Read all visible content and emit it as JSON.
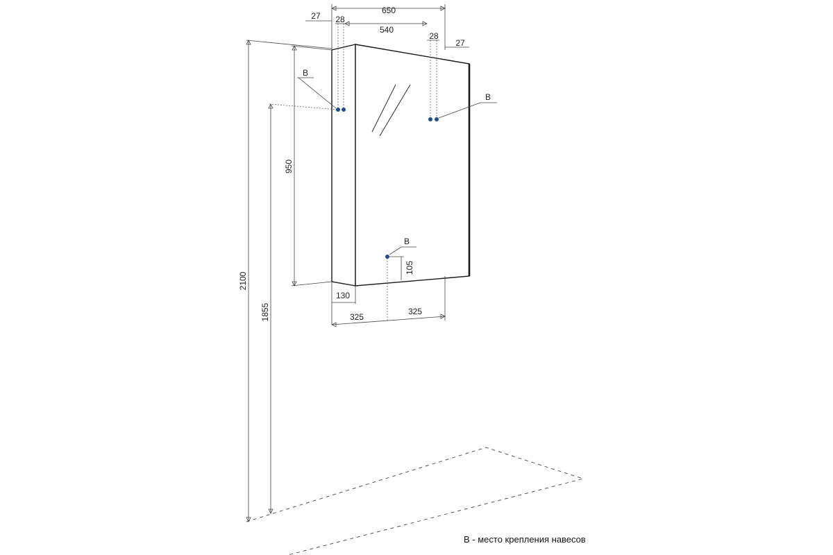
{
  "dimensions": {
    "width_total": "650",
    "door_inner": "540",
    "offset_left": "27",
    "offset_right": "27",
    "hole_left": "28",
    "hole_right": "28",
    "height_to_floor": "2100",
    "mount_height": "1855",
    "cabinet_height": "950",
    "depth": "130",
    "bottom_mount_offset": "105",
    "half_left": "325",
    "half_right": "325"
  },
  "callouts": {
    "mount_left": "B",
    "mount_right": "B",
    "mount_bottom": "B"
  },
  "legend": "B - место крепления навесов",
  "colors": {
    "mount_point": "#1f4e8c",
    "line": "#2a2a2a"
  }
}
